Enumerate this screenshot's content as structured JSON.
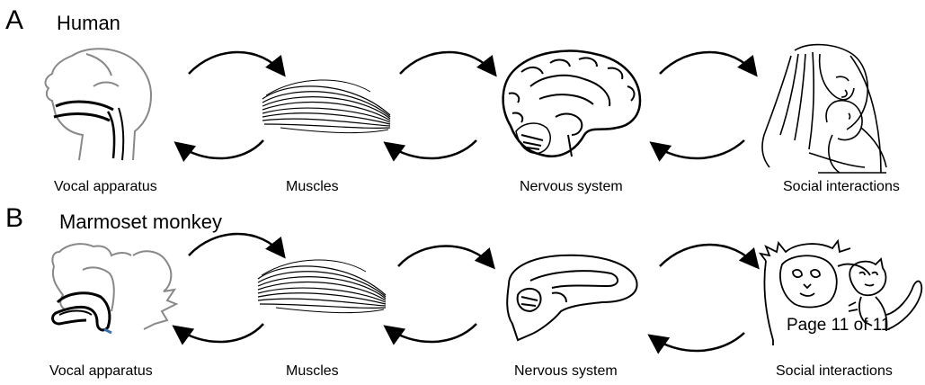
{
  "panel_a": {
    "letter": "A",
    "title": "Human",
    "captions": [
      "Vocal apparatus",
      "Muscles",
      "Nervous system",
      "Social interactions"
    ]
  },
  "panel_b": {
    "letter": "B",
    "title": "Marmoset monkey",
    "captions": [
      "Vocal apparatus",
      "Muscles",
      "Nervous system",
      "Social interactions"
    ]
  },
  "page_note": "Page 11 of 11",
  "icons": {
    "human_vocal": "human-vocal-tract-icon",
    "muscle": "muscle-fiber-icon",
    "human_brain": "human-brain-icon",
    "mother_child": "mother-and-child-icon",
    "marmoset_vocal": "marmoset-vocal-tract-icon",
    "marmoset_brain": "marmoset-brain-icon",
    "marmosets": "marmoset-pair-icon"
  },
  "colors": {
    "ink": "#000000",
    "outline_gray": "#888888",
    "accent_blue": "#3a6fb0"
  }
}
